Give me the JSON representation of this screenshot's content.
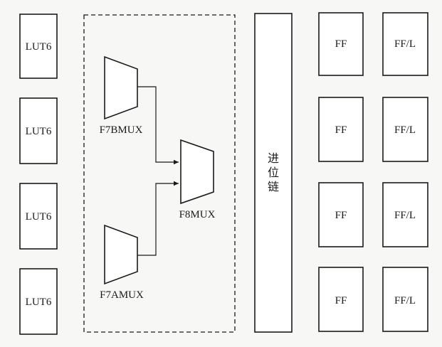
{
  "lut_blocks": [
    "LUT6",
    "LUT6",
    "LUT6",
    "LUT6"
  ],
  "mux": {
    "f7b": "F7BMUX",
    "f7a": "F7AMUX",
    "f8": "F8MUX"
  },
  "carry_chain": [
    "进",
    "位",
    "链"
  ],
  "ff_blocks": [
    "FF",
    "FF",
    "FF",
    "FF"
  ],
  "ffl_blocks": [
    "FF/L",
    "FF/L",
    "FF/L",
    "FF/L"
  ]
}
